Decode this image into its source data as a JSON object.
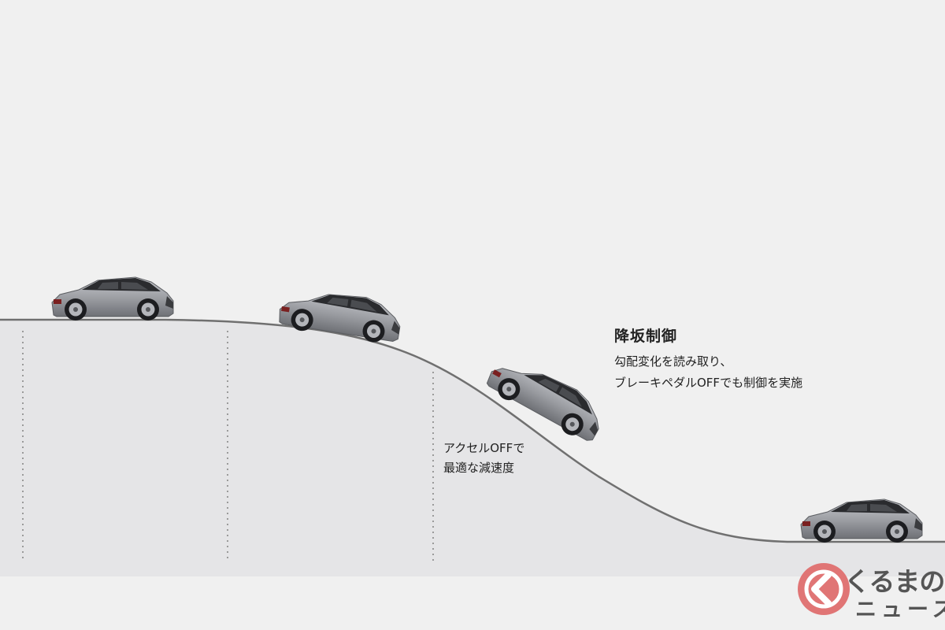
{
  "annotations": {
    "accel_off": [
      "アクセルOFFで",
      "最適な減速度"
    ],
    "control_title": "降坂制御",
    "control_desc": [
      "勾配変化を読み取り、",
      "ブレーキペダルOFFでも制御を実施"
    ]
  },
  "logo": {
    "top": "くるまの",
    "bottom": "ニュース"
  },
  "cars": [
    {
      "icon": "suv-car-icon",
      "position": "top-flat"
    },
    {
      "icon": "suv-car-icon",
      "position": "slope-start"
    },
    {
      "icon": "suv-car-icon",
      "position": "steep-descent"
    },
    {
      "icon": "suv-car-icon",
      "position": "bottom-flat"
    }
  ],
  "colors": {
    "sky": "#f0f0f0",
    "ground": "#e5e5e7",
    "road_line": "#707070",
    "car_body": "#9a9ca1",
    "car_roof": "#2a2b2e",
    "logo_red": "#e07575",
    "logo_text": "#555555"
  }
}
